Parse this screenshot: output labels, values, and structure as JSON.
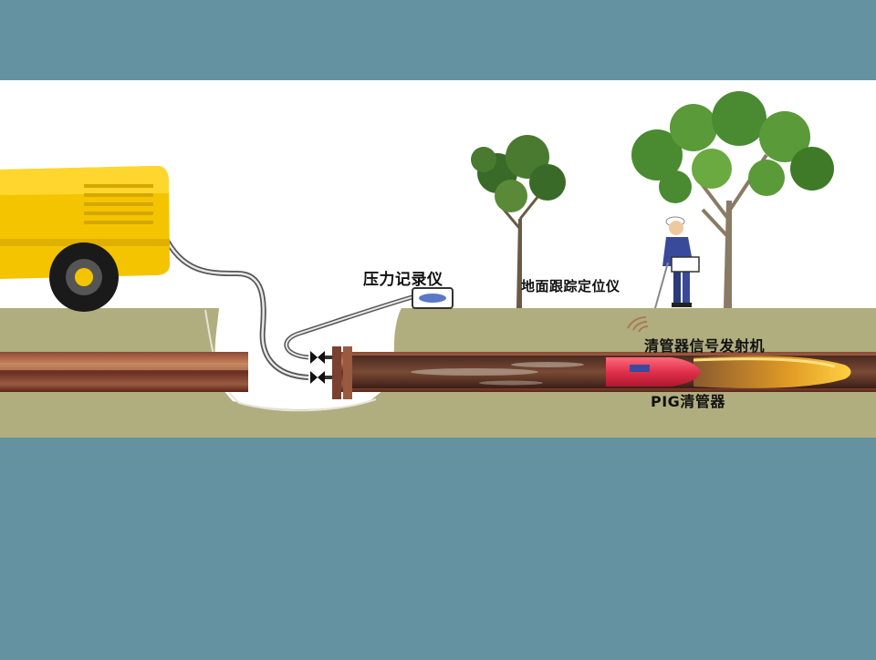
{
  "diagram": {
    "labels": {
      "pressure_recorder": "压力记录仪",
      "ground_locator": "地面跟踪定位仪",
      "pig_transmitter": "清管器信号发射机",
      "pig_cleaner": "PIG清管器"
    },
    "colors": {
      "background": "#6592a1",
      "sky": "#ffffff",
      "ground": "#b0ae7f",
      "pipe": "#7a3a2a",
      "compressor": "#f5c400",
      "pig": "#e0344a",
      "flow": "#f0a020"
    }
  }
}
